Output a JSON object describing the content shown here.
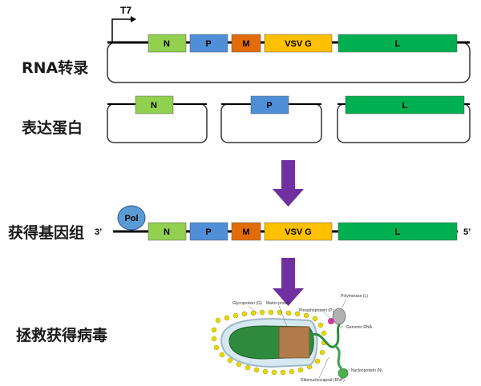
{
  "steps": {
    "transcription": "RNA转录",
    "expression": "表达蛋白",
    "genome": "获得基因组",
    "rescue": "拯救获得病毒"
  },
  "promoter": "T7",
  "genes": {
    "n": "N",
    "p": "P",
    "m": "M",
    "g": "VSV G",
    "l": "L"
  },
  "genome_ends": {
    "three_prime": "3’",
    "five_prime": "5’"
  },
  "polymerase": "Pol",
  "virion_labels": {
    "glycoprotein": "Glycoprotein (G)",
    "matrix": "Matrix protein",
    "polymerase": "Polymerase (L)",
    "phosphoprotein": "Phosphoprotein (P)",
    "genomic_rna": "Genomic RNA",
    "nucleoprotein": "Nucleoprotein (N)",
    "rnp": "Ribonucleocapsid (RNP)"
  },
  "colors": {
    "n": "#92D050",
    "p": "#4F8FD8",
    "m": "#E36C0A",
    "g": "#FFC000",
    "l": "#00B050",
    "arrow": "#7030A0",
    "pol": "#5B9BD5"
  }
}
